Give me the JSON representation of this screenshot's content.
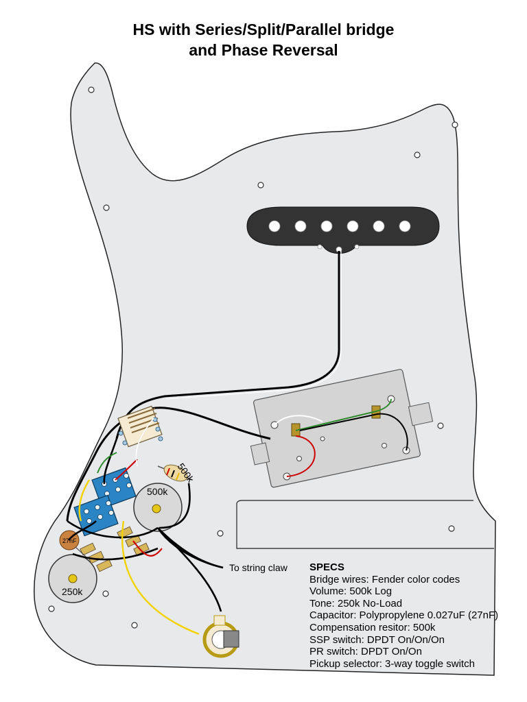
{
  "title": {
    "line1": "HS with Series/Split/Parallel bridge",
    "line2": "and Phase Reversal"
  },
  "labels": {
    "pot_volume": "500k",
    "pot_tone": "250k",
    "resistor": "500k",
    "capacitor": "27nF",
    "string_claw": "To string claw"
  },
  "specs": {
    "heading": "SPECS",
    "items": [
      "Bridge wires: Fender color codes",
      "Volume: 500k Log",
      "Tone: 250k No-Load",
      "Capacitor: Polypropylene 0.027uF (27nF)",
      "Compensation resitor: 500k",
      "SSP switch: DPDT On/On/On",
      "PR switch: DPDT On/On",
      "Pickup selector: 3-way toggle switch"
    ]
  },
  "colors": {
    "pickguard": "#e8e9eb",
    "pickup_single": "#333333",
    "pickup_humbucker": "#d4d4d4",
    "switch_body": "#2b84c4",
    "wire_black": "#000000",
    "wire_red": "#cc0000",
    "wire_green": "#2e8b2e",
    "wire_yellow": "#f2d200",
    "wire_white": "#ffffff",
    "capacitor": "#c9823f"
  }
}
